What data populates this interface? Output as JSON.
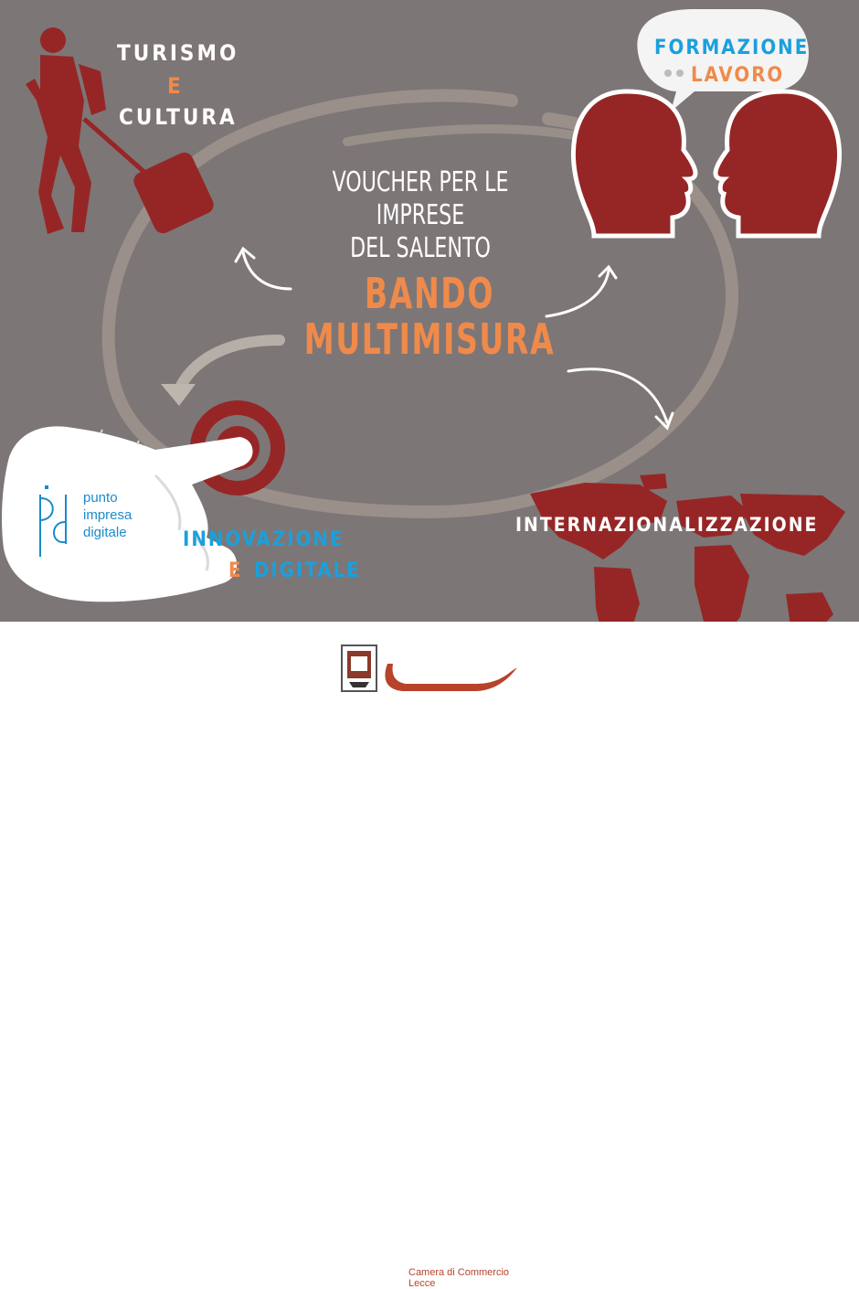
{
  "header": {
    "subtitle_line1": "VOUCHER PER LE IMPRESE",
    "subtitle_line2": "DEL SALENTO",
    "title_line1": "BANDO",
    "title_line2": "MULTIMISURA"
  },
  "sections": {
    "turismo": {
      "line1": "TURISMO",
      "connector": "E",
      "line2": "CULTURA"
    },
    "formazione": {
      "line1": "FORMAZIONE",
      "line2": "LAVORO"
    },
    "innovazione": {
      "line1": "INNOVAZIONE",
      "connector": "E",
      "line2": "DIGITALE"
    },
    "internazionalizzazione": {
      "label": "INTERNAZIONALIZZAZIONE"
    }
  },
  "pid": {
    "line1": "punto",
    "line2": "impresa",
    "line3": "digitale"
  },
  "footer": {
    "org_line1": "Camera di Commercio",
    "org_line2": "Lecce"
  },
  "colors": {
    "background": "#7d7676",
    "accent_orange": "#f08a4b",
    "accent_red": "#962626",
    "accent_blue": "#1aa0dc"
  },
  "icons": [
    "traveler-icon",
    "speech-bubble-icon",
    "heads-icon",
    "hand-pointer-icon",
    "target-icon",
    "world-map-icon",
    "arrow-icon"
  ]
}
